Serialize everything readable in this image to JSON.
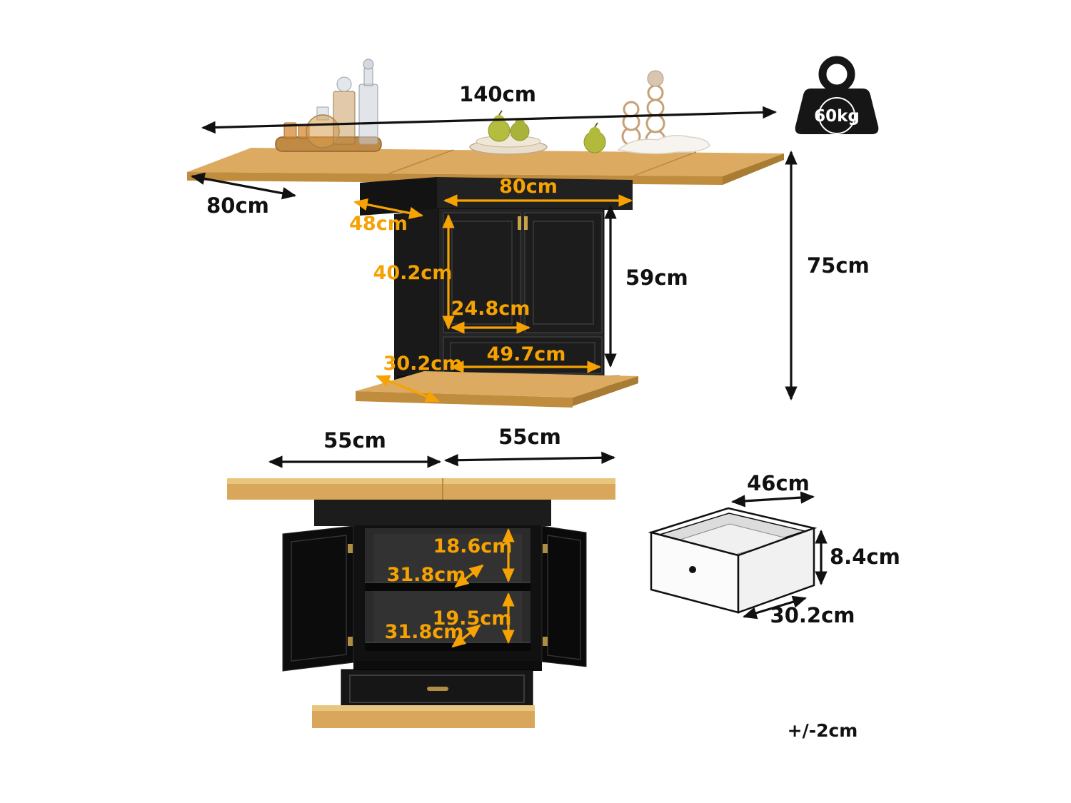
{
  "dims": {
    "top": {
      "length": "140cm",
      "depth": "80cm",
      "inner_top_width": "80cm",
      "inner_depth": "48cm",
      "door_height": "40.2cm",
      "door_width": "24.8cm",
      "drawer_width": "49.7cm",
      "base_depth": "30.2cm",
      "cabinet_height": "59cm",
      "total_height": "75cm"
    },
    "front": {
      "left_half": "55cm",
      "right_half": "55cm",
      "upper_compartment_height": "18.6cm",
      "upper_shelf_depth": "31.8cm",
      "lower_compartment_height": "19.5cm",
      "lower_shelf_depth": "31.8cm"
    },
    "drawer": {
      "width": "46cm",
      "height": "8.4cm",
      "depth": "30.2cm"
    }
  },
  "weight": {
    "max_load": "60kg"
  },
  "tolerance_note": "+/-2cm",
  "icons": {
    "weight": "kettlebell-weight-icon"
  },
  "colors": {
    "wood": "#dcab61",
    "wood_dark": "#c08c3e",
    "wood_light": "#e9c67d",
    "cabinet_black": "#1c1c1c",
    "accent_orange": "#f5a202",
    "label_black": "#111111"
  }
}
